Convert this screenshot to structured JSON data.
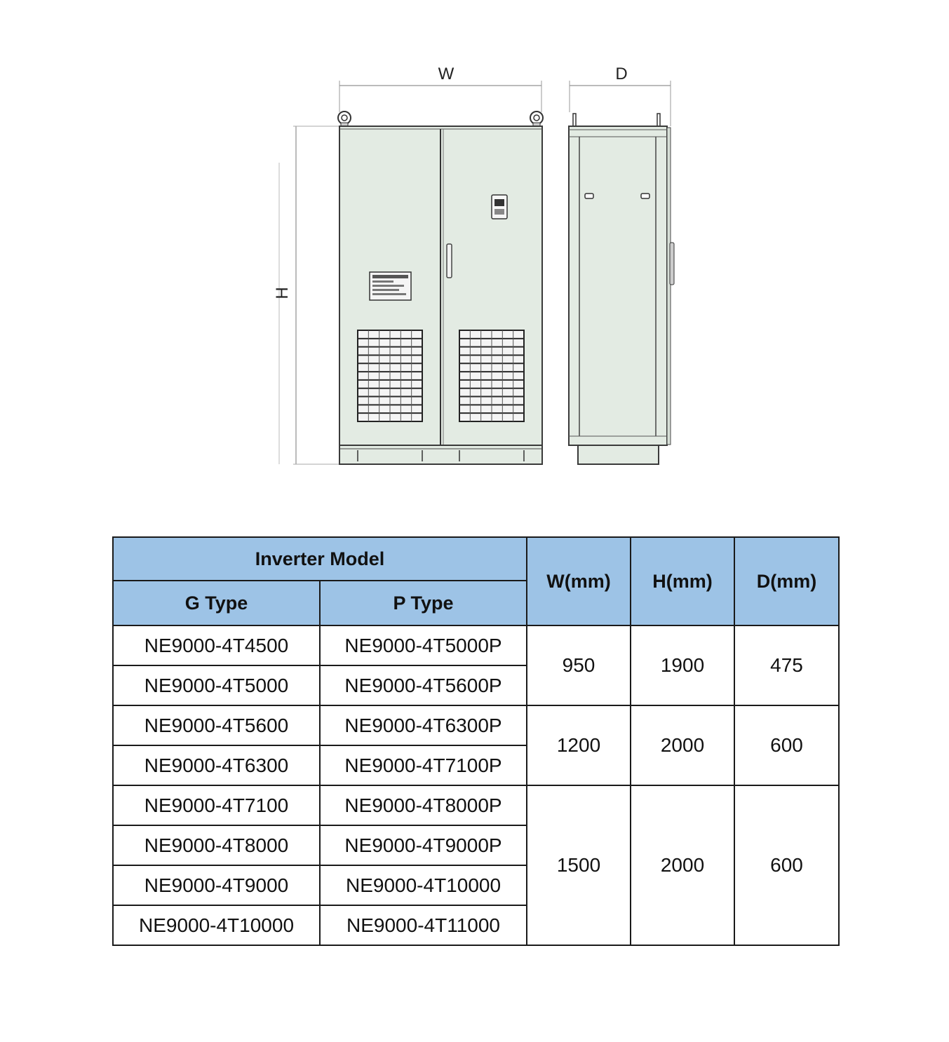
{
  "drawing": {
    "width_label": "W",
    "depth_label": "D",
    "height_label": "H",
    "colors": {
      "panel": "#e3ebe3",
      "outline": "#3a3a3a",
      "vent": "#2a2a2a"
    }
  },
  "table": {
    "header": {
      "inverter_model": "Inverter Model",
      "g_type": "G Type",
      "p_type": "P Type",
      "w": "W(mm)",
      "h": "H(mm)",
      "d": "D(mm)"
    },
    "groups": [
      {
        "models": [
          {
            "g": "NE9000-4T4500",
            "p": "NE9000-4T5000P"
          },
          {
            "g": "NE9000-4T5000",
            "p": "NE9000-4T5600P"
          }
        ],
        "w": "950",
        "h": "1900",
        "d": "475"
      },
      {
        "models": [
          {
            "g": "NE9000-4T5600",
            "p": "NE9000-4T6300P"
          },
          {
            "g": "NE9000-4T6300",
            "p": "NE9000-4T7100P"
          }
        ],
        "w": "1200",
        "h": "2000",
        "d": "600"
      },
      {
        "models": [
          {
            "g": "NE9000-4T7100",
            "p": "NE9000-4T8000P"
          },
          {
            "g": "NE9000-4T8000",
            "p": "NE9000-4T9000P"
          },
          {
            "g": "NE9000-4T9000",
            "p": "NE9000-4T10000"
          },
          {
            "g": "NE9000-4T10000",
            "p": "NE9000-4T11000"
          }
        ],
        "w": "1500",
        "h": "2000",
        "d": "600"
      }
    ],
    "header_color": "#9dc3e6"
  }
}
